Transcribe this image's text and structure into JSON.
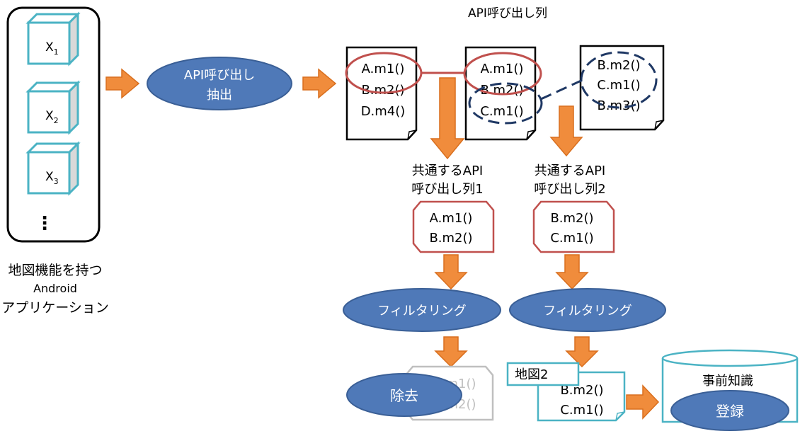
{
  "app_panel": {
    "label_lines": [
      "地図機能を持つ",
      "Android",
      "アプリケーション"
    ],
    "apps": [
      {
        "base": "X",
        "sub": "1"
      },
      {
        "base": "X",
        "sub": "2"
      },
      {
        "base": "X",
        "sub": "3"
      }
    ],
    "more": "⋮"
  },
  "extract": {
    "lines": [
      "API呼び出し",
      "抽出"
    ]
  },
  "sequences": {
    "title": "API呼び出し列",
    "docs": [
      {
        "calls": [
          "A.m1()",
          "B.m2()",
          "D.m4()"
        ]
      },
      {
        "calls": [
          "A.m1()",
          "B.m2()",
          "C.m1()"
        ]
      },
      {
        "calls": [
          "B.m2()",
          "C.m1()",
          "B.m3()"
        ]
      }
    ]
  },
  "common": [
    {
      "title_lines": [
        "共通するAPI",
        "呼び出し列1"
      ],
      "calls": [
        "A.m1()",
        "B.m2()"
      ]
    },
    {
      "title_lines": [
        "共通するAPI",
        "呼び出し列2"
      ],
      "calls": [
        "B.m2()",
        "C.m1()"
      ]
    }
  ],
  "filter_label": "フィルタリング",
  "removed": {
    "label": "除去",
    "calls": [
      "m1()",
      "m2()"
    ]
  },
  "kept": {
    "tag": "地図2",
    "calls": [
      "B.m2()",
      "C.m1()"
    ]
  },
  "knowledge": {
    "title": "事前知識",
    "register_label": "登録"
  },
  "colors": {
    "orange_arrow": "#F08C3C",
    "orange_arrow_edge": "#D96F1E",
    "blue_fill": "#4F79B8",
    "blue_edge": "#3A5F96",
    "teal": "#4BB3C4",
    "red": "#C0504D",
    "navy_dash": "#1F3864",
    "grey": "#BFBFBF"
  }
}
